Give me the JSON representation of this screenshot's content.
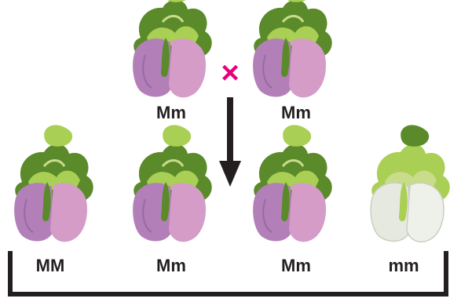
{
  "cross_symbol": "×",
  "colors": {
    "cross": "#e6007e",
    "arrow": "#231f20",
    "bracket": "#231f20",
    "purple_petal_dark": "#b27fb8",
    "purple_petal_light": "#d59cc7",
    "white_petal": "#eef0ea",
    "leaf_dark": "#5a8a2a",
    "leaf_light": "#a9cf55",
    "leaf_pale": "#c8dc8a"
  },
  "parents": [
    {
      "genotype": "Mm",
      "flower": "purple"
    },
    {
      "genotype": "Mm",
      "flower": "purple"
    }
  ],
  "offspring": [
    {
      "genotype": "MM",
      "flower": "purple"
    },
    {
      "genotype": "Mm",
      "flower": "purple"
    },
    {
      "genotype": "Mm",
      "flower": "purple"
    },
    {
      "genotype": "mm",
      "flower": "white"
    }
  ]
}
